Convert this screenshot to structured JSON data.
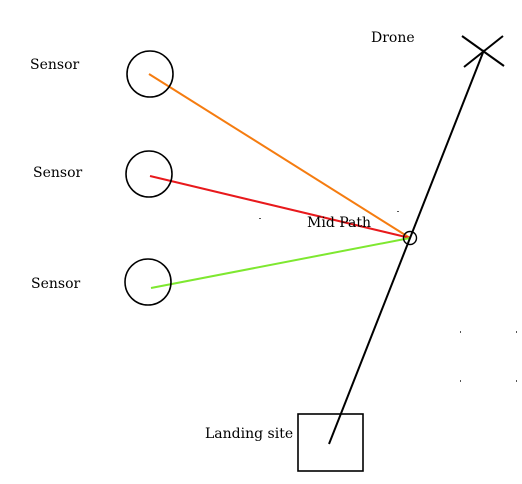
{
  "labels": {
    "sensor_1": "Sensor",
    "sensor_2": "Sensor",
    "sensor_3": "Sensor",
    "drone": "Drone",
    "mid_path": "Mid Path",
    "landing_site": "Landing site"
  },
  "colors": {
    "link_sensor_1": "#f57c10",
    "link_sensor_2": "#e8191c",
    "link_sensor_3": "#7ee830",
    "flight_path": "#000000",
    "outline": "#000000",
    "background": "#ffffff"
  },
  "icons": {
    "drone_marker": "x-cross-icon",
    "mid_path_marker": "small-circle-icon"
  }
}
